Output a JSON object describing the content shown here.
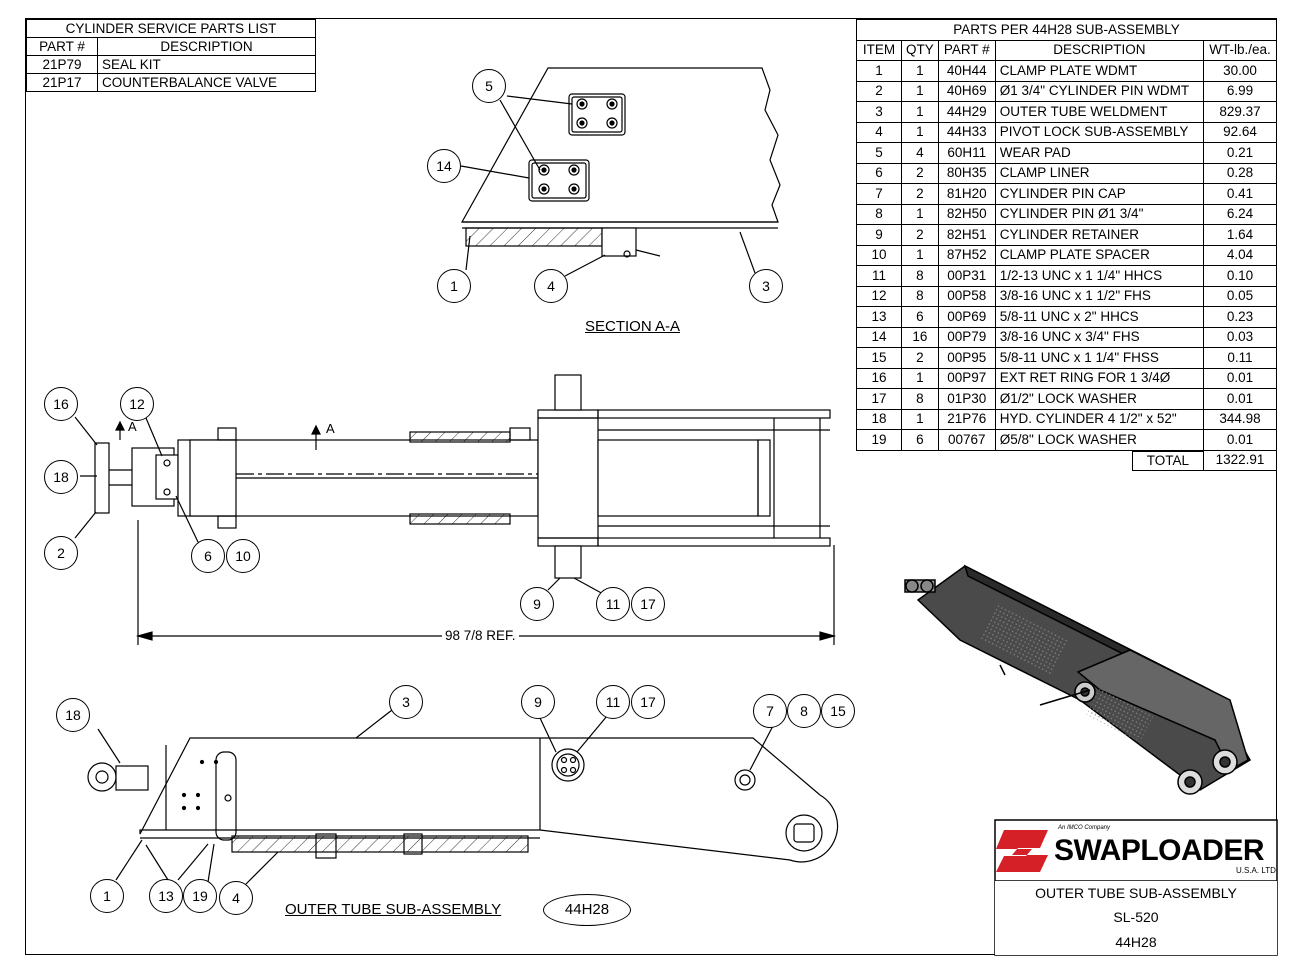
{
  "service_parts": {
    "title": "CYLINDER SERVICE PARTS LIST",
    "headers": [
      "PART #",
      "DESCRIPTION"
    ],
    "rows": [
      [
        "21P79",
        "SEAL KIT"
      ],
      [
        "21P17",
        "COUNTERBALANCE VALVE"
      ]
    ]
  },
  "bom": {
    "title": "PARTS PER 44H28 SUB-ASSEMBLY",
    "headers": [
      "ITEM",
      "QTY",
      "PART #",
      "DESCRIPTION",
      "WT-lb./ea."
    ],
    "rows": [
      [
        "1",
        "1",
        "40H44",
        "CLAMP PLATE WDMT",
        "30.00"
      ],
      [
        "2",
        "1",
        "40H69",
        "Ø1 3/4\" CYLINDER PIN WDMT",
        "6.99"
      ],
      [
        "3",
        "1",
        "44H29",
        "OUTER TUBE WELDMENT",
        "829.37"
      ],
      [
        "4",
        "1",
        "44H33",
        "PIVOT LOCK SUB-ASSEMBLY",
        "92.64"
      ],
      [
        "5",
        "4",
        "60H11",
        "WEAR PAD",
        "0.21"
      ],
      [
        "6",
        "2",
        "80H35",
        "CLAMP LINER",
        "0.28"
      ],
      [
        "7",
        "2",
        "81H20",
        "CYLINDER PIN CAP",
        "0.41"
      ],
      [
        "8",
        "1",
        "82H50",
        "CYLINDER PIN Ø1 3/4\"",
        "6.24"
      ],
      [
        "9",
        "2",
        "82H51",
        "CYLINDER RETAINER",
        "1.64"
      ],
      [
        "10",
        "1",
        "87H52",
        "CLAMP PLATE SPACER",
        "4.04"
      ],
      [
        "11",
        "8",
        "00P31",
        "1/2-13 UNC x 1 1/4\" HHCS",
        "0.10"
      ],
      [
        "12",
        "8",
        "00P58",
        "3/8-16 UNC x 1 1/2\" FHS",
        "0.05"
      ],
      [
        "13",
        "6",
        "00P69",
        "5/8-11 UNC x 2\" HHCS",
        "0.23"
      ],
      [
        "14",
        "16",
        "00P79",
        "3/8-16 UNC x 3/4\" FHS",
        "0.03"
      ],
      [
        "15",
        "2",
        "00P95",
        "5/8-11 UNC x 1 1/4\" FHSS",
        "0.11"
      ],
      [
        "16",
        "1",
        "00P97",
        "EXT RET RING FOR 1 3/4Ø",
        "0.01"
      ],
      [
        "17",
        "8",
        "01P30",
        "Ø1/2\" LOCK WASHER",
        "0.01"
      ],
      [
        "18",
        "1",
        "21P76",
        "HYD. CYLINDER 4 1/2\" x 52\"",
        "344.98"
      ],
      [
        "19",
        "6",
        "00767",
        "Ø5/8\" LOCK WASHER",
        "0.01"
      ]
    ],
    "total_label": "TOTAL",
    "total_value": "1322.91"
  },
  "section_label": "SECTION A-A",
  "section_marks": [
    "A",
    "A"
  ],
  "dimension": "98 7/8 REF.",
  "view_label": "OUTER TUBE SUB-ASSEMBLY",
  "view_code": "44H28",
  "balloons": {
    "section": [
      "5",
      "14",
      "1",
      "4",
      "3"
    ],
    "top": [
      "16",
      "12",
      "18",
      "2",
      "6",
      "10",
      "9",
      "11",
      "17"
    ],
    "side": [
      "18",
      "3",
      "9",
      "11",
      "17",
      "7",
      "8",
      "15",
      "1",
      "13",
      "19",
      "4"
    ]
  },
  "title_block": {
    "logo_tagline": "An IMCO Company",
    "logo_name": "SWAPLOADER",
    "logo_sub": "U.S.A. LTD.",
    "title": "OUTER TUBE SUB-ASSEMBLY",
    "model": "SL-520",
    "drawing_no": "44H28"
  }
}
